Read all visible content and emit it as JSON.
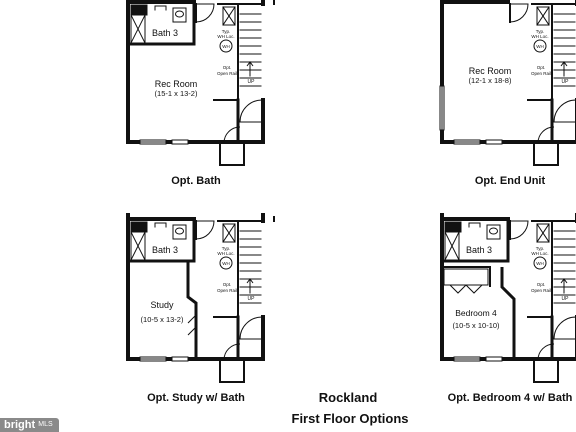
{
  "plans": [
    {
      "id": "opt-bath",
      "caption": "Opt. Bath",
      "variant": "rec",
      "bath_label": "Bath 3",
      "room_name": "Rec Room",
      "room_dim": "(15-1 x 13-2)",
      "wh_typ": "Typ.",
      "wh_loc": "WH Loc.",
      "wh_badge": "WH",
      "rail_opt": "Opt.",
      "rail_text": "Open Rail",
      "up_label": "UP"
    },
    {
      "id": "opt-end-unit",
      "caption": "Opt. End Unit",
      "variant": "end",
      "bath_label": "",
      "room_name": "Rec Room",
      "room_dim": "(12-1 x 18-8)",
      "wh_typ": "Typ.",
      "wh_loc": "WH Loc.",
      "wh_badge": "WH",
      "rail_opt": "Opt.",
      "rail_text": "Open Rail",
      "up_label": "UP"
    },
    {
      "id": "opt-study-bath",
      "caption": "Opt. Study w/ Bath",
      "variant": "study",
      "bath_label": "Bath 3",
      "room_name": "Study",
      "room_dim": "(10-5 x 13-2)",
      "wh_typ": "Typ.",
      "wh_loc": "WH Loc.",
      "wh_badge": "WH",
      "rail_opt": "Opt.",
      "rail_text": "Open Rail",
      "up_label": "UP"
    },
    {
      "id": "opt-bedroom4-bath",
      "caption": "Opt. Bedroom 4 w/ Bath",
      "variant": "bed",
      "bath_label": "Bath 3",
      "room_name": "Bedroom 4",
      "room_dim": "(10-5 x 10-10)",
      "wh_typ": "Typ.",
      "wh_loc": "WH Loc.",
      "wh_badge": "WH",
      "rail_opt": "Opt.",
      "rail_text": "Open Rail",
      "up_label": "UP"
    }
  ],
  "title": {
    "line1": "Rockland",
    "line2": "First Floor Options"
  },
  "watermark": {
    "brand": "bright",
    "suffix": "MLS"
  }
}
